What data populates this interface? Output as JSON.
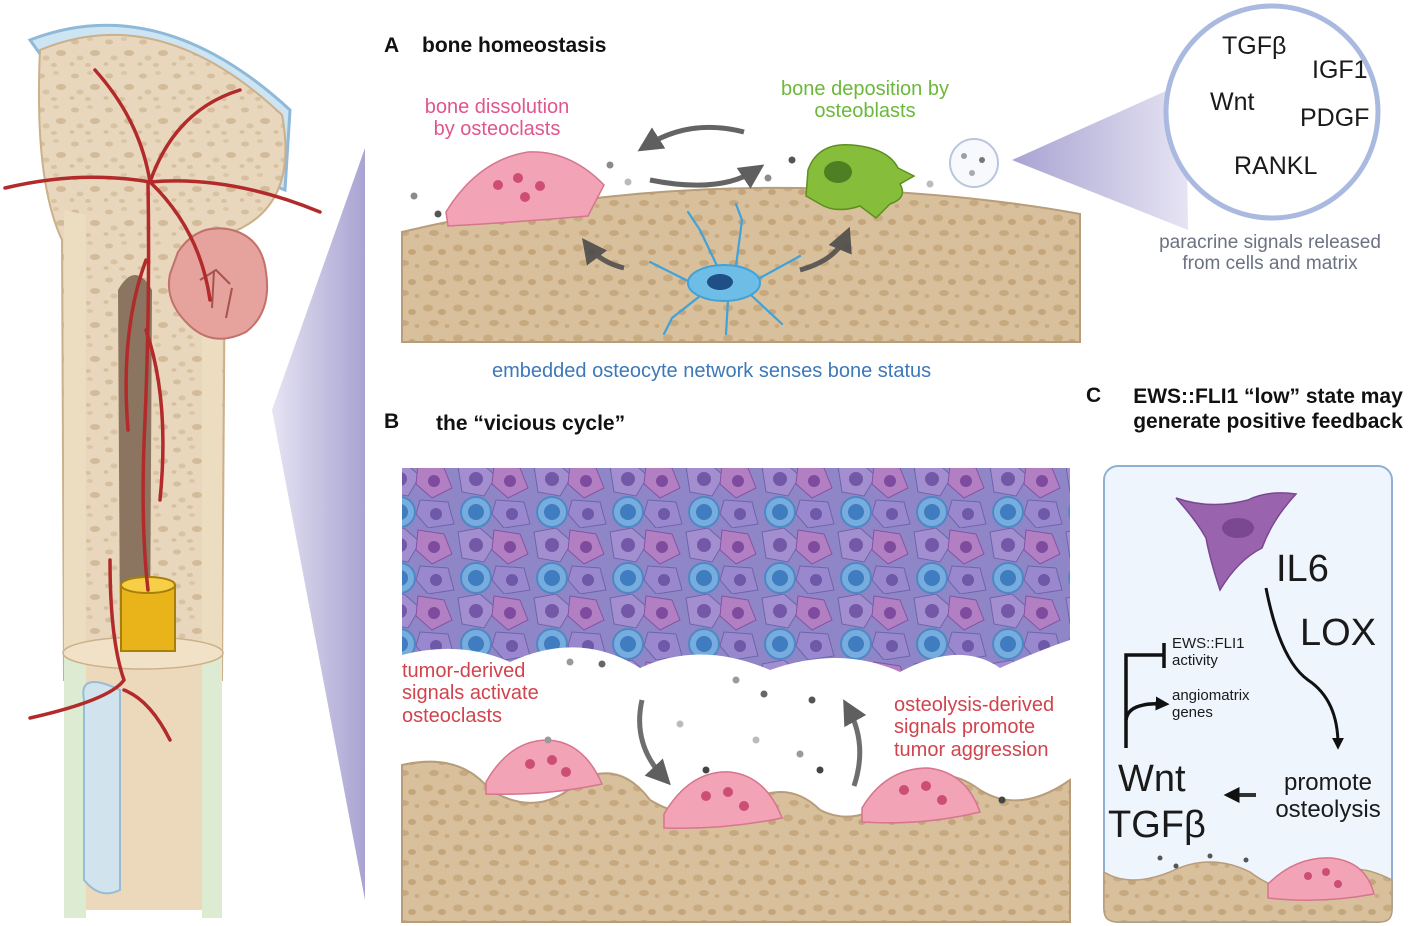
{
  "panel_a": {
    "letter": "A",
    "title": "bone homeostasis",
    "dissolution_label": "bone dissolution\nby osteoclasts",
    "deposition_label": "bone deposition by\nosteoblasts",
    "osteocyte_label": "embedded osteocyte network senses bone status",
    "signals": [
      "TGFβ",
      "IGF1",
      "Wnt",
      "PDGF",
      "RANKL"
    ],
    "paracrine_label": "paracrine signals released\nfrom cells and matrix"
  },
  "panel_b": {
    "letter": "B",
    "title": "the “vicious cycle”",
    "tumor_signals_label": "tumor-derived\nsignals activate\nosteoclasts",
    "osteolysis_signals_label": "osteolysis-derived\nsignals promote\ntumor aggression"
  },
  "panel_c": {
    "letter": "C",
    "title": "EWS::FLI1 “low” state may\ngenerate positive feedback",
    "il6": "IL6",
    "lox": "LOX",
    "ews_activity": "EWS::FLI1\nactivity",
    "angiomatrix": "angiomatrix\ngenes",
    "wnt": "Wnt",
    "tgfb": "TGFβ",
    "promote_osteolysis": "promote\nosteolysis"
  },
  "colors": {
    "osteoclast": "#f2a3b6",
    "osteoblast": "#86bd3a",
    "osteocyte": "#5cb0e0",
    "tumor_purple": "#9a63ad",
    "tumor_blue": "#6aa3dc",
    "bone": "#e7d3b8",
    "vessel": "#b22a2a",
    "panel_c_bg": "#eef5fd"
  }
}
